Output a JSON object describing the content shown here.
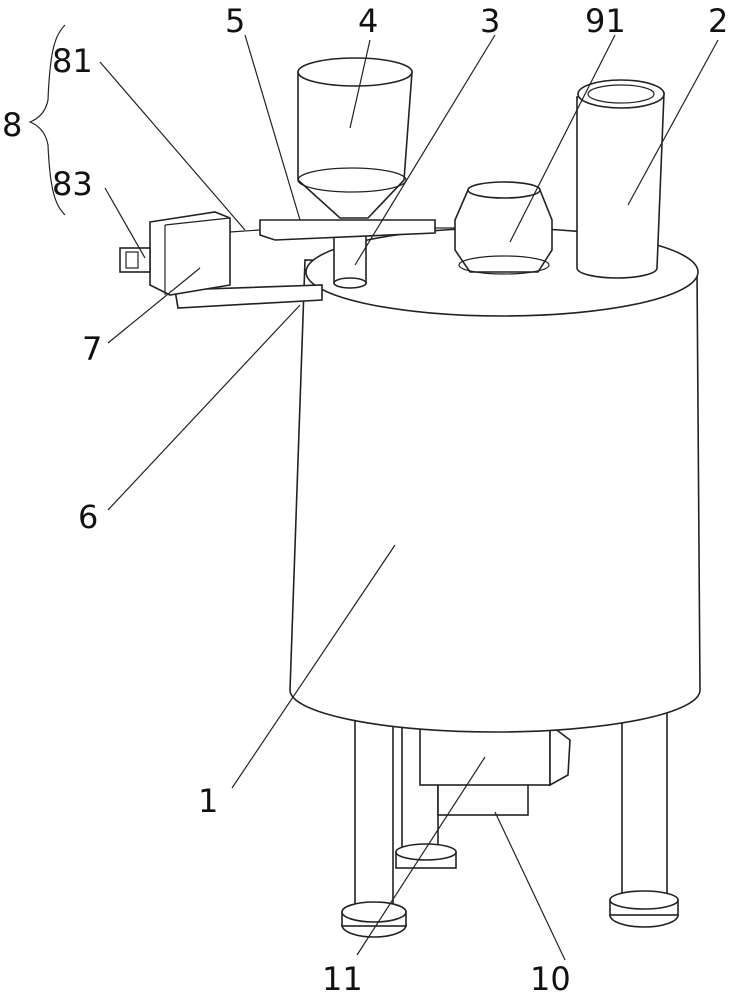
{
  "figure": {
    "labels": {
      "l8": "8",
      "l81": "81",
      "l83": "83",
      "l5": "5",
      "l4": "4",
      "l3": "3",
      "l91": "91",
      "l2": "2",
      "l7": "7",
      "l6": "6",
      "l1": "1",
      "l11": "11",
      "l10": "10"
    }
  }
}
